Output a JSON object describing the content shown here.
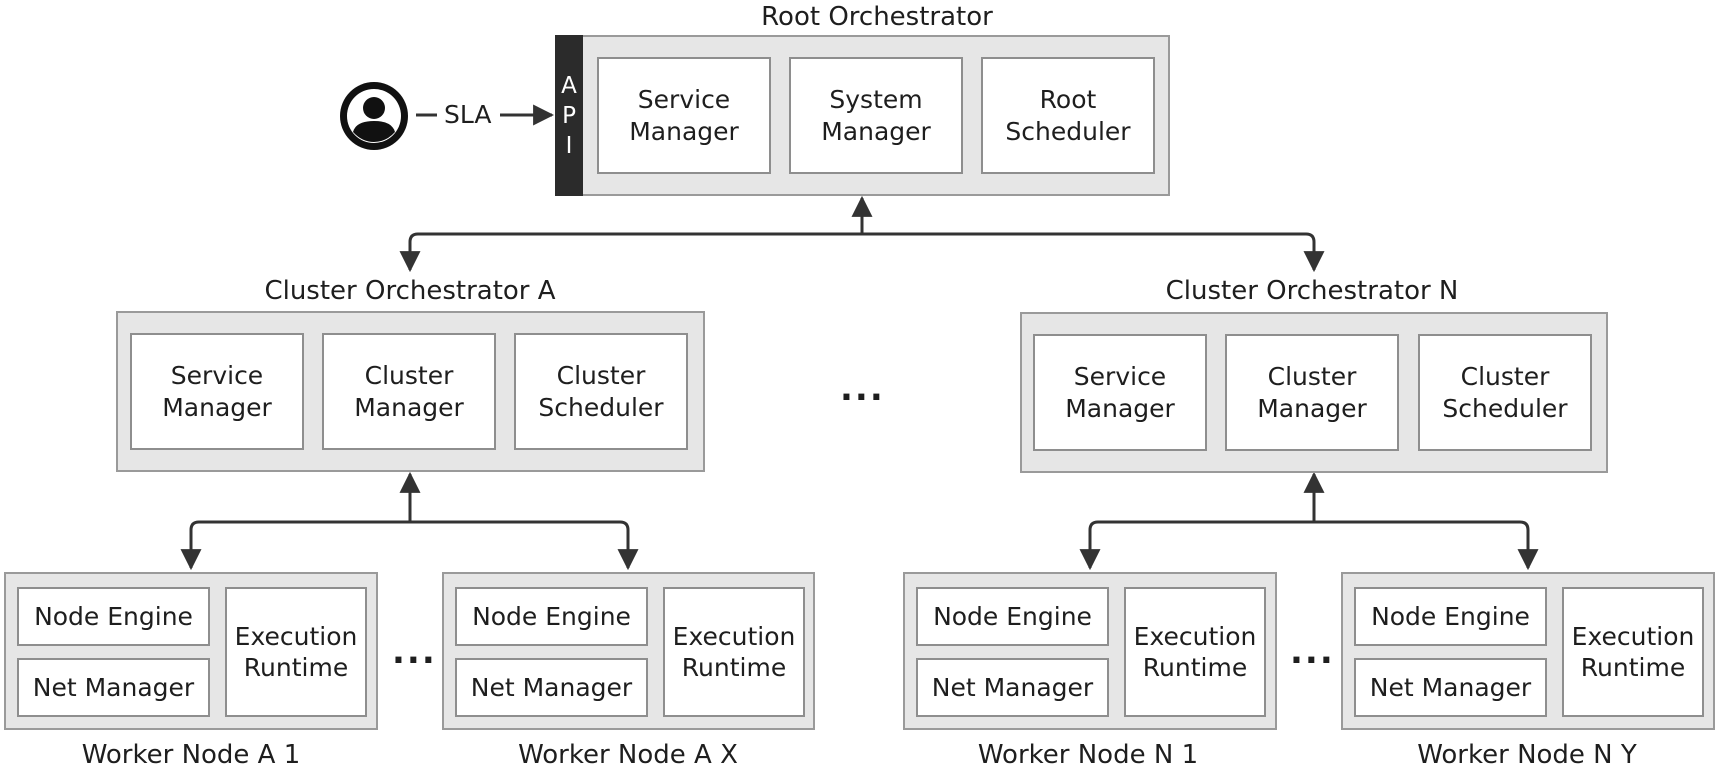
{
  "root": {
    "title": "Root Orchestrator",
    "api_letters": [
      "A",
      "P",
      "I"
    ],
    "components": [
      "Service\nManager",
      "System\nManager",
      "Root\nScheduler"
    ]
  },
  "user": {
    "icon": "user-avatar-icon",
    "sla_label": "SLA"
  },
  "clusters": [
    {
      "title": "Cluster Orchestrator A",
      "components": [
        "Service\nManager",
        "Cluster\nManager",
        "Cluster\nScheduler"
      ]
    },
    {
      "title": "Cluster Orchestrator N",
      "components": [
        "Service\nManager",
        "Cluster\nManager",
        "Cluster\nScheduler"
      ]
    }
  ],
  "ellipsis": "...",
  "workers": [
    {
      "title": "Worker Node A 1",
      "node_engine": "Node Engine",
      "net_manager": "Net Manager",
      "runtime": "Execution\nRuntime"
    },
    {
      "title": "Worker Node A X",
      "node_engine": "Node Engine",
      "net_manager": "Net Manager",
      "runtime": "Execution\nRuntime"
    },
    {
      "title": "Worker Node N 1",
      "node_engine": "Node Engine",
      "net_manager": "Net Manager",
      "runtime": "Execution\nRuntime"
    },
    {
      "title": "Worker Node N Y",
      "node_engine": "Node Engine",
      "net_manager": "Net Manager",
      "runtime": "Execution\nRuntime"
    }
  ]
}
